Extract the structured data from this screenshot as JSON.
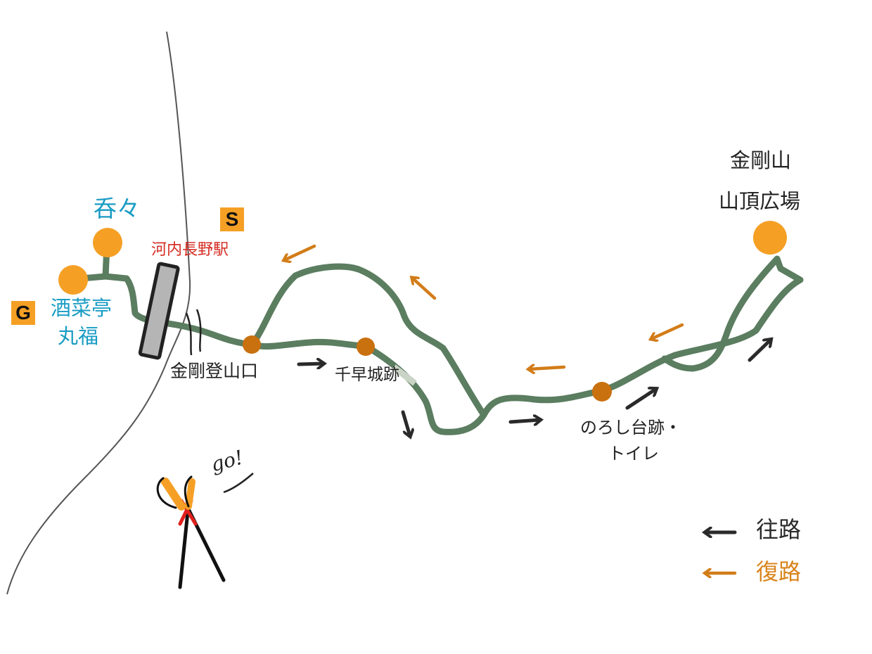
{
  "title": "金剛山 ハイキングマップ",
  "labels": {
    "summit_line1": "金剛山",
    "summit_line2": "山頂広場",
    "nomnom": "呑々",
    "restaurant_line1": "酒菜亭",
    "restaurant_line2": "丸福",
    "station": "河内長野駅",
    "trailhead": "金剛登山口",
    "chihaya_castle": "千早城跡",
    "norosidai_line1": "のろし台跡・",
    "norosidai_line2": "トイレ",
    "go": "go!"
  },
  "badges": {
    "start": "S",
    "goal": "G"
  },
  "legend": [
    {
      "label": "往路",
      "color": "#2a2a2a"
    },
    {
      "label": "復路",
      "color": "#d9841c"
    }
  ],
  "colors": {
    "trail": "#5b7d60",
    "endpoint_dot": "#f5a025",
    "waypoint_dot": "#c9700f",
    "outbound_arrow": "#2a2a2a",
    "return_arrow": "#d27c18",
    "blue_text": "#1a9cc4",
    "station_text": "#d42a20"
  }
}
